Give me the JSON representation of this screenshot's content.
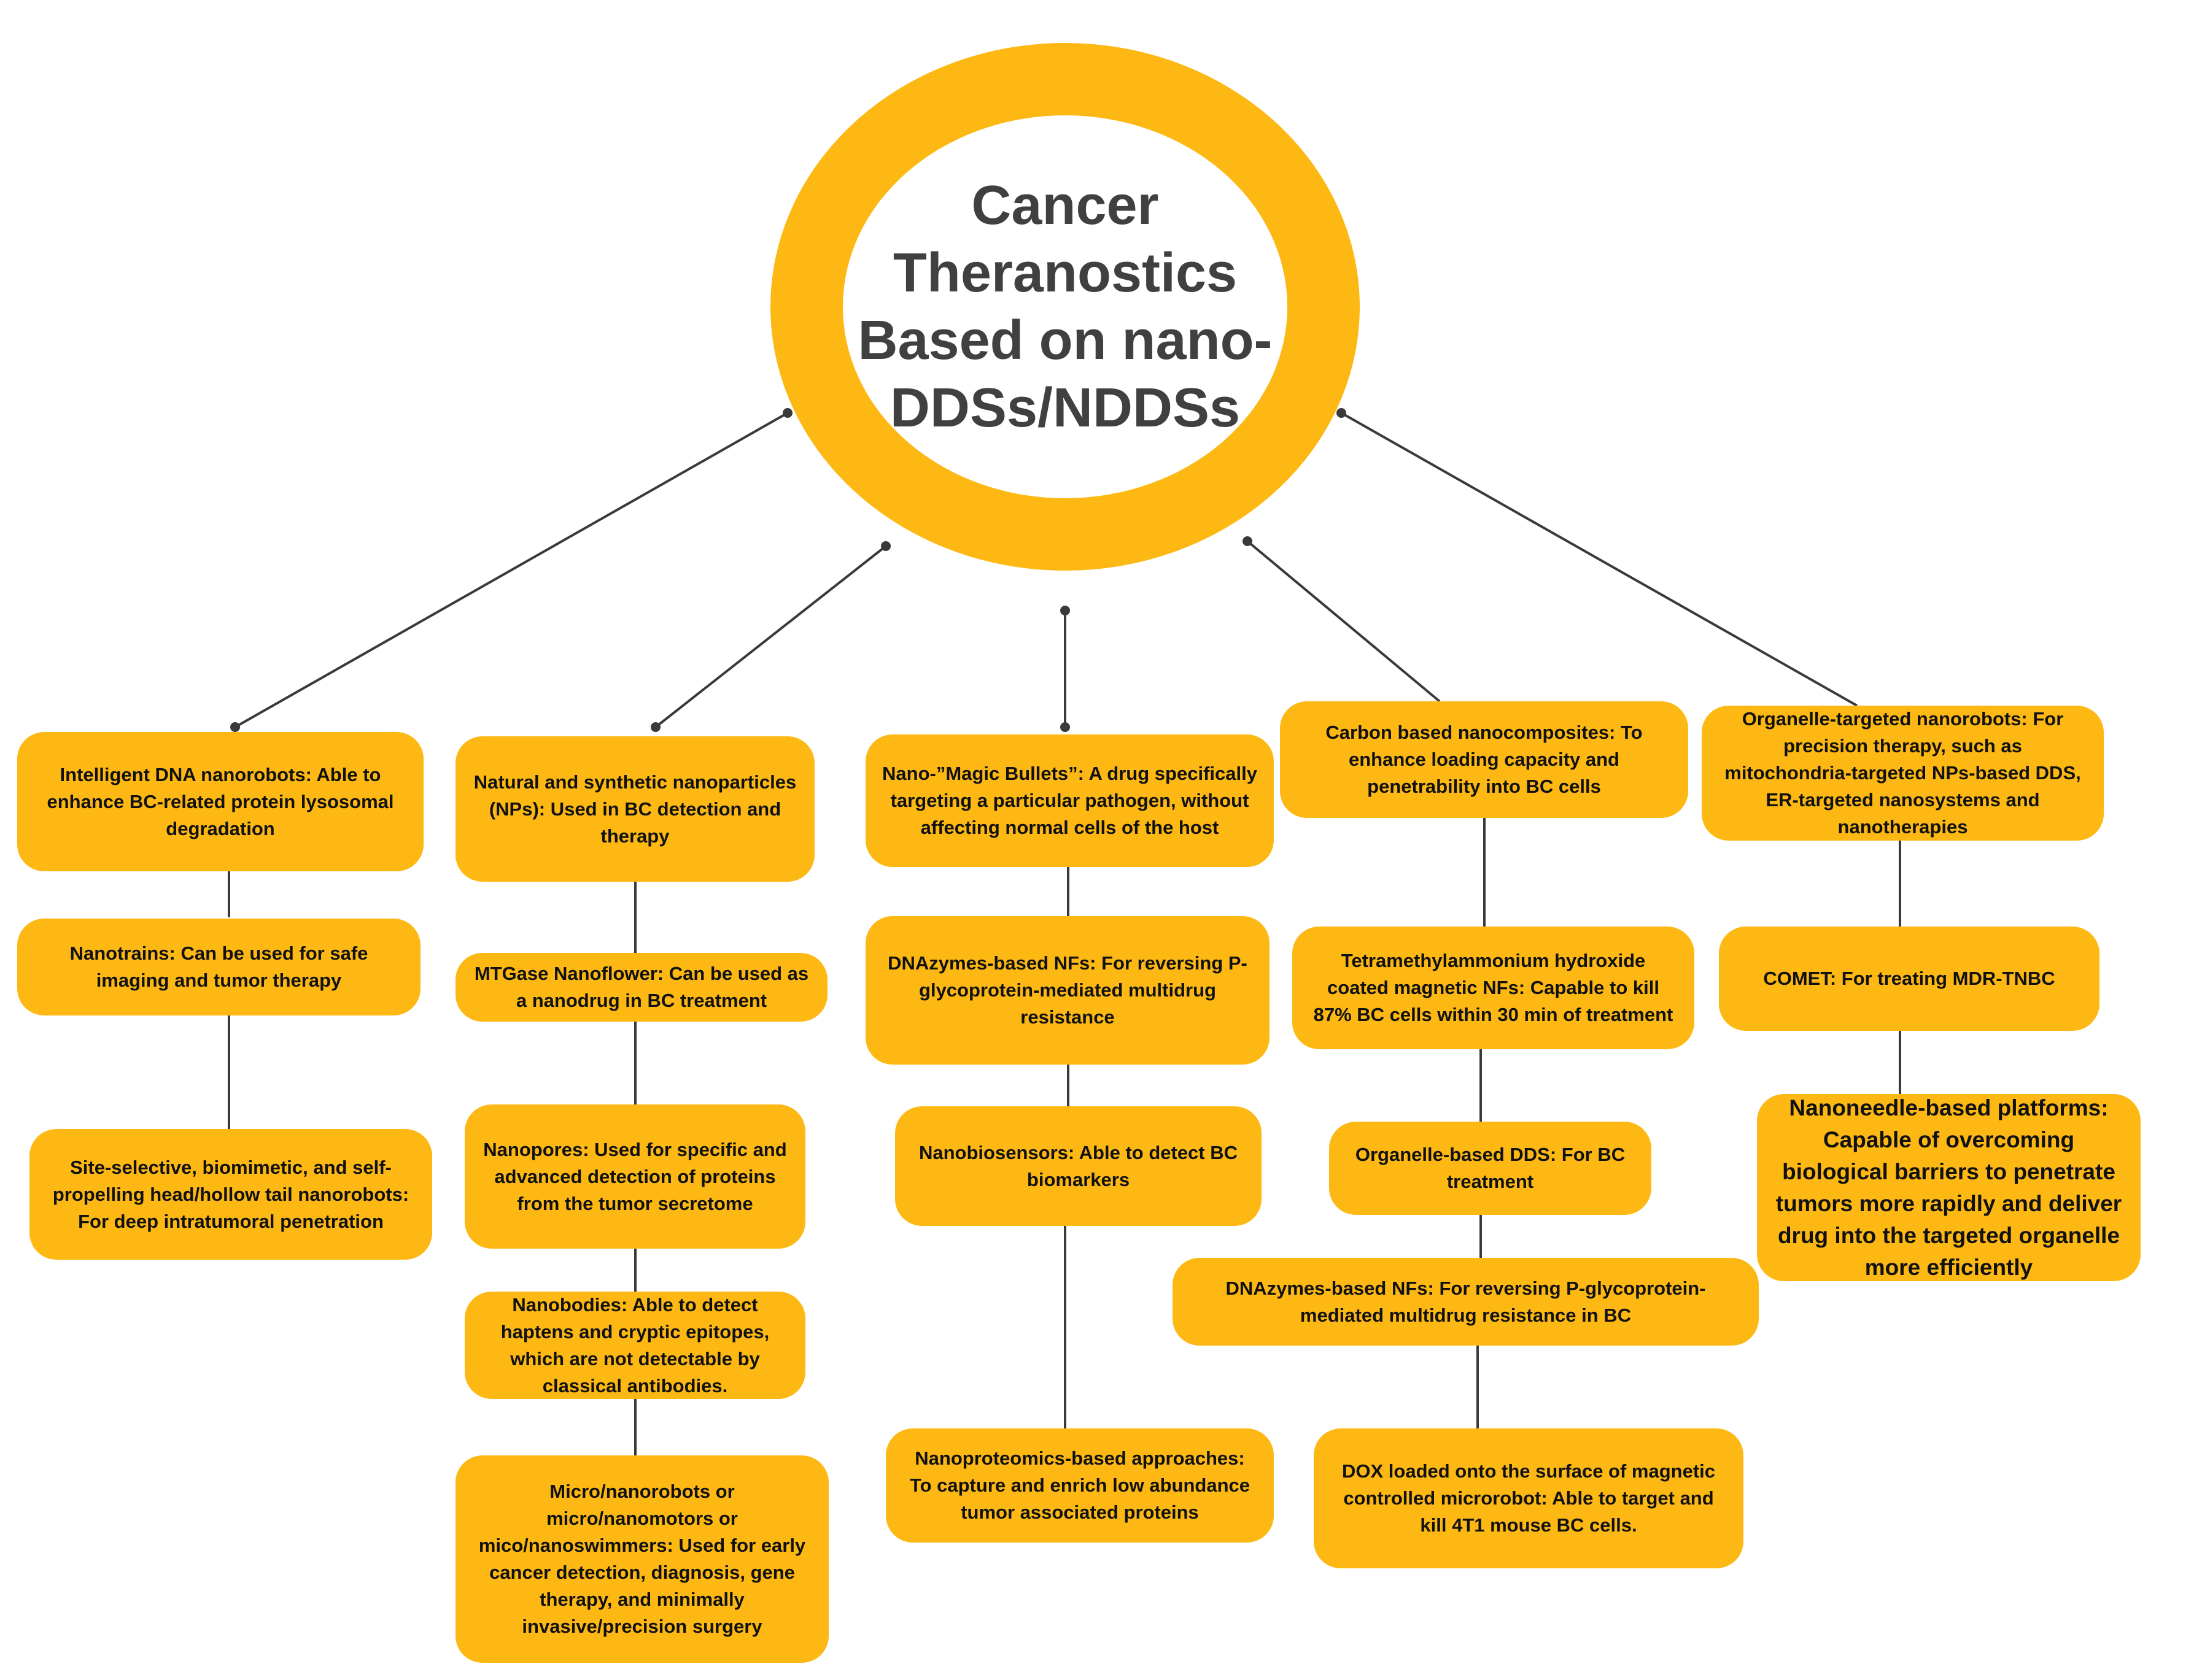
{
  "hub": {
    "title": "Cancer Theranostics Based on nano-DDSs/NDDSs"
  },
  "colors": {
    "accent": "#FDB813",
    "title_text": "#404040",
    "node_text": "#111111",
    "connector": "#3a3a3a"
  },
  "columns": [
    {
      "nodes": [
        "Intelligent DNA nanorobots: Able to enhance BC-related protein lysosomal degradation",
        "Nanotrains: Can be used for safe imaging and tumor therapy",
        "Site-selective, biomimetic, and self-propelling head/hollow tail nanorobots: For deep intratumoral penetration"
      ]
    },
    {
      "nodes": [
        "Natural and synthetic nanoparticles (NPs): Used in BC detection and therapy",
        "MTGase Nanoflower: Can be used as a nanodrug in BC treatment",
        "Nanopores: Used for specific and advanced detection of proteins from the tumor secretome",
        "Nanobodies: Able to detect haptens and cryptic epitopes, which are not detectable by classical antibodies.",
        "Micro/nanorobots or micro/nanomotors or mico/nanoswimmers: Used for early cancer detection, diagnosis, gene therapy, and minimally invasive/precision surgery"
      ]
    },
    {
      "nodes": [
        "Nano-”Magic Bullets”: A drug specifically targeting a particular pathogen, without affecting normal cells of the host",
        "DNAzymes-based NFs: For reversing P-glycoprotein-mediated multidrug resistance",
        "Nanobiosensors: Able to detect BC biomarkers",
        "Nanoproteomics-based approaches: To capture and enrich low abundance tumor associated proteins"
      ]
    },
    {
      "nodes": [
        "Carbon based nanocomposites: To enhance loading capacity and penetrability into BC cells",
        "Tetramethylammonium hydroxide coated magnetic NFs: Capable to kill 87% BC cells within 30 min of treatment",
        "Organelle-based DDS: For BC treatment",
        "DNAzymes-based NFs: For reversing P-glycoprotein-mediated multidrug resistance in BC",
        "DOX loaded onto the surface of magnetic controlled microrobot: Able to target and kill 4T1 mouse BC cells."
      ]
    },
    {
      "nodes": [
        "Organelle-targeted nanorobots: For precision therapy, such as mitochondria-targeted NPs-based DDS, ER-targeted nanosystems and nanotherapies",
        "COMET: For treating MDR-TNBC",
        "Nanoneedle-based platforms: Capable of overcoming biological barriers to penetrate tumors more rapidly and deliver drug into the targeted organelle more efficiently"
      ]
    }
  ]
}
